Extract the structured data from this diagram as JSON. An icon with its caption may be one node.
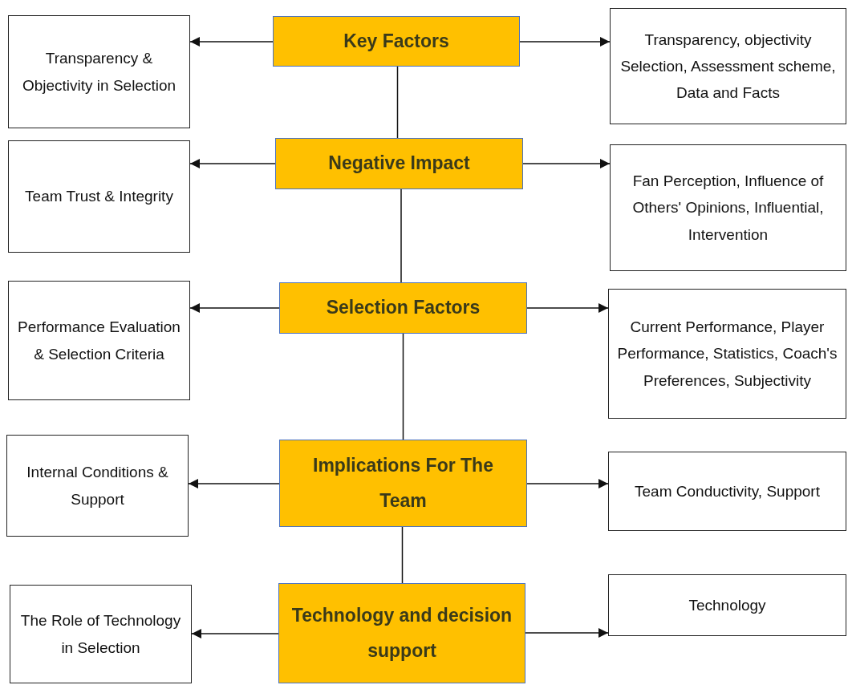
{
  "diagram": {
    "nodes": [
      {
        "text": [
          "Key Factors"
        ]
      },
      {
        "text": [
          "Transparency & Objectivity in Selection"
        ]
      },
      {
        "text": [
          "Transparency, objectivity Selection, Assessment scheme, Data and Facts"
        ]
      },
      {
        "text": [
          "Negative Impact"
        ]
      },
      {
        "text": [
          "Team Trust & Integrity"
        ]
      },
      {
        "text": [
          "Fan Perception, Influence of Others' Opinions, Influential, Intervention"
        ]
      },
      {
        "text": [
          "Selection Factors"
        ]
      },
      {
        "text": [
          "Performance Evaluation & Selection Criteria"
        ]
      },
      {
        "text": [
          "Current Performance, Player Performance, Statistics, Coach's Preferences, Subjectivity"
        ]
      },
      {
        "text": [
          "Implications For The Team"
        ]
      },
      {
        "text": [
          "Internal Conditions & Support"
        ]
      },
      {
        "text": [
          "Team Conductivity, Support"
        ]
      },
      {
        "text": [
          "Technology and decision support"
        ]
      },
      {
        "text": [
          "The Role of Technology in Selection"
        ]
      },
      {
        "text": [
          "Technology"
        ]
      }
    ],
    "edges": [
      {
        "from": 0,
        "to": 1,
        "arrow": "to"
      },
      {
        "from": 0,
        "to": 2,
        "arrow": "to"
      },
      {
        "from": 0,
        "to": 3,
        "arrow": "none"
      },
      {
        "from": 3,
        "to": 4,
        "arrow": "to"
      },
      {
        "from": 3,
        "to": 5,
        "arrow": "to"
      },
      {
        "from": 3,
        "to": 6,
        "arrow": "none"
      },
      {
        "from": 6,
        "to": 7,
        "arrow": "to"
      },
      {
        "from": 6,
        "to": 8,
        "arrow": "to"
      },
      {
        "from": 6,
        "to": 9,
        "arrow": "none"
      },
      {
        "from": 9,
        "to": 10,
        "arrow": "to"
      },
      {
        "from": 9,
        "to": 11,
        "arrow": "to"
      },
      {
        "from": 9,
        "to": 12,
        "arrow": "none"
      },
      {
        "from": 12,
        "to": 13,
        "arrow": "to"
      },
      {
        "from": 12,
        "to": 14,
        "arrow": "to"
      }
    ]
  }
}
